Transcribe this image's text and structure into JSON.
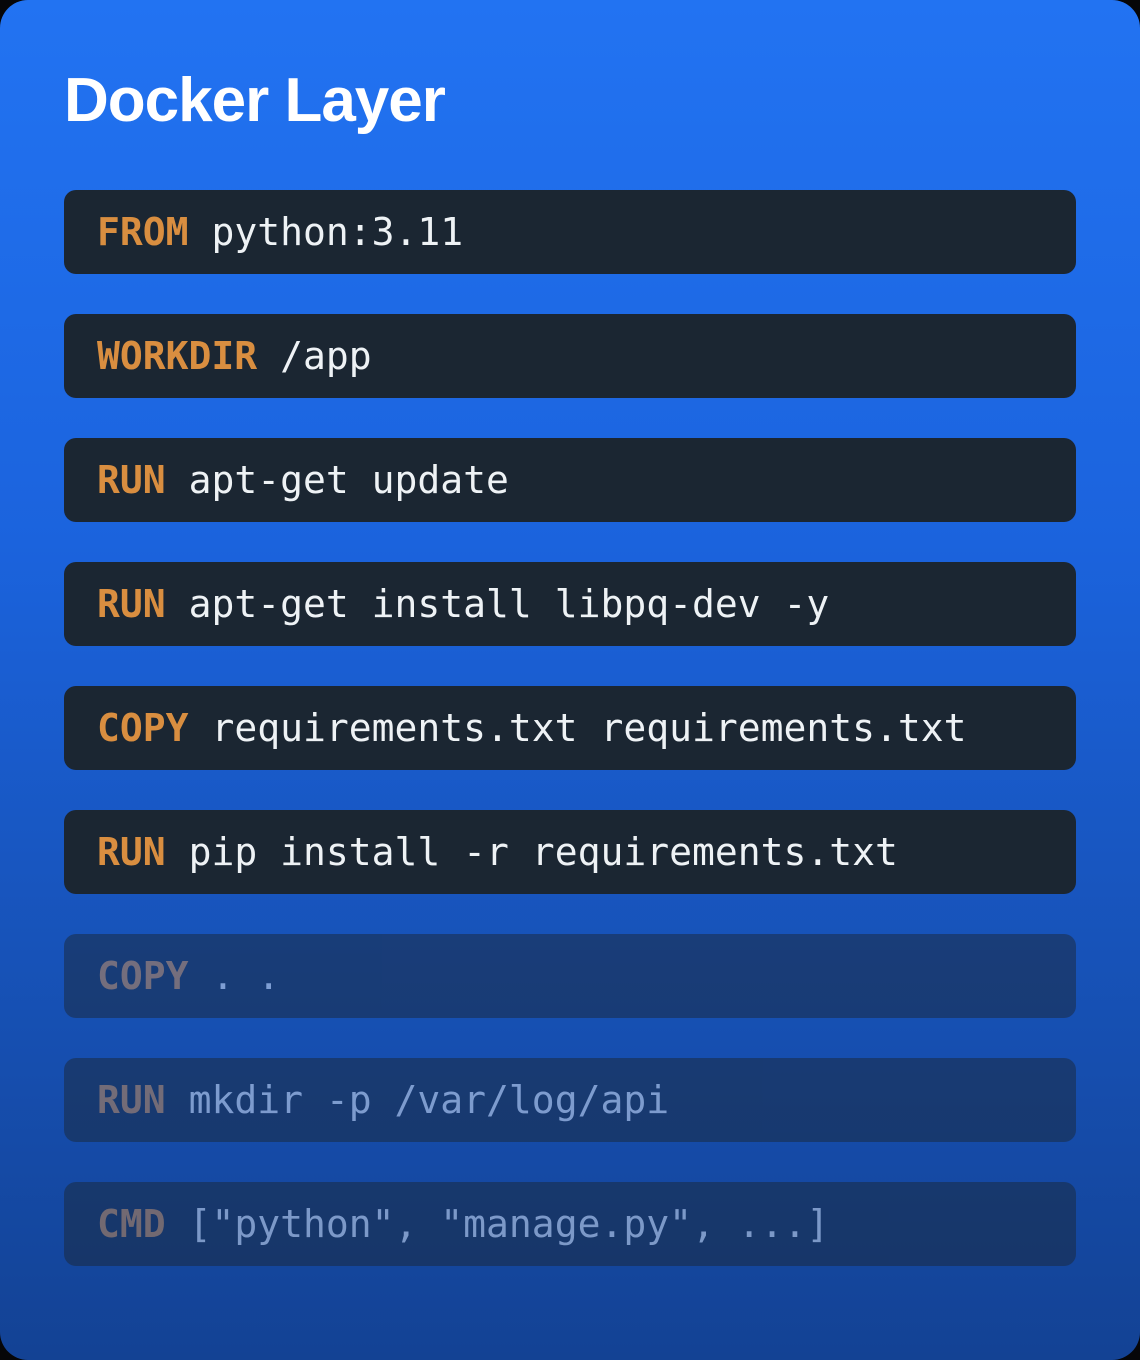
{
  "title": "Docker Layer",
  "colors": {
    "background_top": "#2273f2",
    "background_bottom": "#134294",
    "row_background": "#1b2632",
    "keyword_orange": "#d98e40",
    "argument_text": "#eef2f5",
    "title_text": "#ffffff"
  },
  "layers": [
    {
      "keyword": "FROM",
      "args": "python:3.11",
      "faded": false
    },
    {
      "keyword": "WORKDIR",
      "args": "/app",
      "faded": false
    },
    {
      "keyword": "RUN",
      "args": "apt-get update",
      "faded": false
    },
    {
      "keyword": "RUN",
      "args": "apt-get install libpq-dev -y",
      "faded": false
    },
    {
      "keyword": "COPY",
      "args": "requirements.txt requirements.txt",
      "faded": false
    },
    {
      "keyword": "RUN",
      "args": "pip install -r requirements.txt",
      "faded": false
    },
    {
      "keyword": "COPY",
      "args": ". .",
      "faded": true
    },
    {
      "keyword": "RUN",
      "args": "mkdir -p /var/log/api",
      "faded": true
    },
    {
      "keyword": "CMD",
      "args": "[\"python\", \"manage.py\", ...]",
      "faded": true
    }
  ]
}
